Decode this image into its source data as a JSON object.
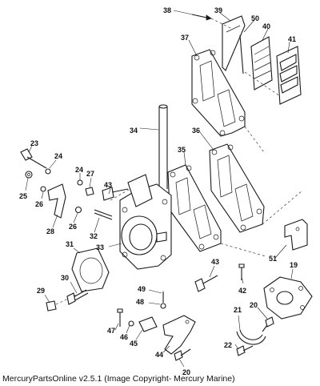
{
  "caption": "MercuryPartsOnline v2.5.1 (Image Copyright- Mercury Marine)",
  "part_numbers": {
    "p38": "38",
    "p39": "39",
    "p50": "50",
    "p40": "40",
    "p41": "41",
    "p37": "37",
    "p34": "34",
    "p36": "36",
    "p35": "35",
    "p23": "23",
    "p24a": "24",
    "p24b": "24",
    "p27": "27",
    "p43a": "43",
    "p25": "25",
    "p26a": "26",
    "p26b": "26",
    "p32": "32",
    "p28": "28",
    "p31": "31",
    "p33": "33",
    "p51": "51",
    "p43b": "43",
    "p19": "19",
    "p30": "30",
    "p42": "42",
    "p49": "49",
    "p29": "29",
    "p48": "48",
    "p21": "21",
    "p20a": "20",
    "p47": "47",
    "p46": "46",
    "p45": "45",
    "p44": "44",
    "p22": "22",
    "p20b": "20"
  }
}
